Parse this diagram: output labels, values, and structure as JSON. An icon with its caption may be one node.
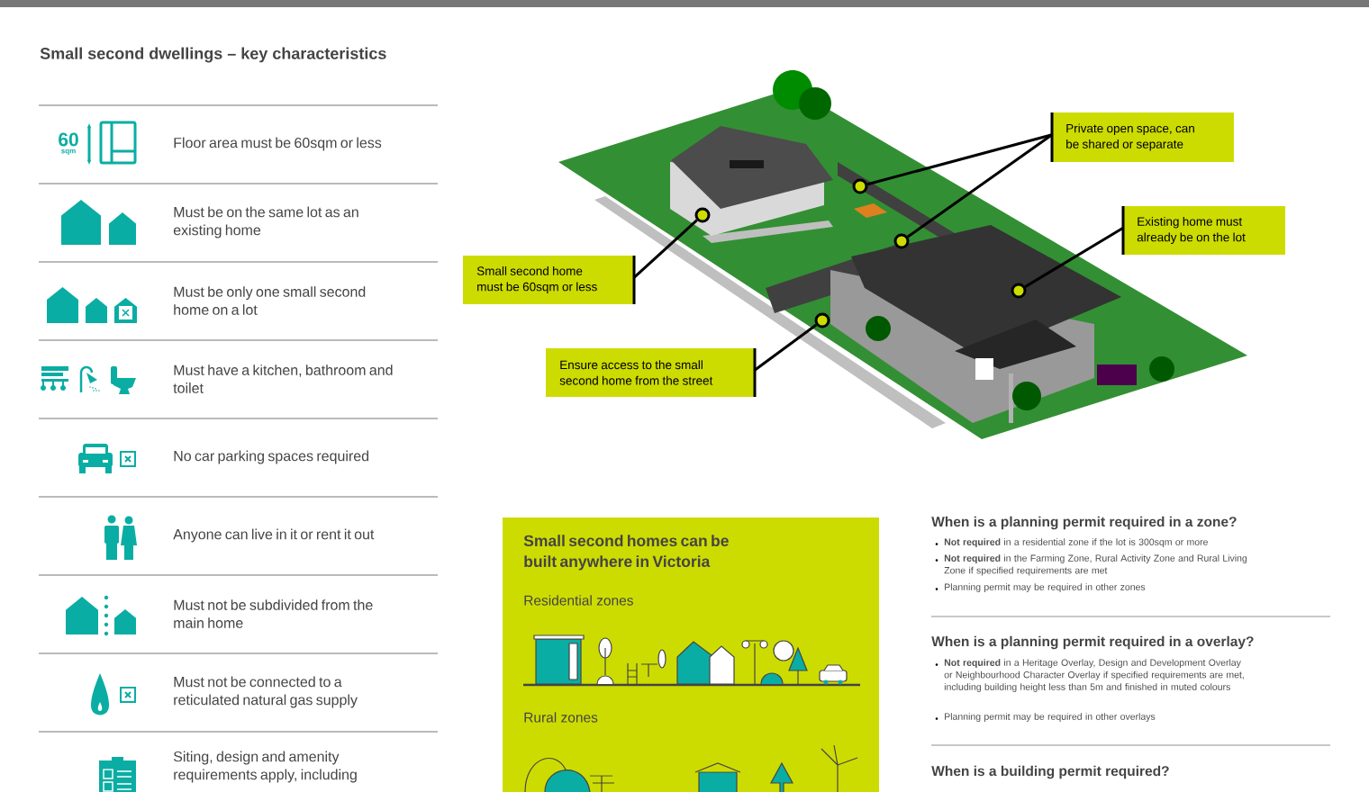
{
  "diagram": {
    "title": "Small second dwellings – key characteristics",
    "nodes": [
      {
        "text": [
          "Small second home must be 60sqm or less"
        ]
      },
      {
        "text": [
          "Private open space, can be shared or separate"
        ]
      },
      {
        "text": [
          "Existing home must already be on the lot"
        ]
      },
      {
        "text": [
          "Ensure access to the small second home from the street"
        ]
      },
      {
        "text": [],
        "shape": "circle"
      },
      {
        "text": [],
        "shape": "circle"
      },
      {
        "text": [],
        "shape": "circle"
      },
      {
        "text": [],
        "shape": "circle"
      },
      {
        "text": [],
        "shape": "circle"
      },
      {
        "text": [
          "Small second homes can be built anywhere in Victoria",
          "Residential zones",
          "Rural zones"
        ]
      }
    ],
    "edges": [
      {
        "from": 0,
        "to": 4,
        "arrow": "none"
      },
      {
        "from": 1,
        "to": 5,
        "arrow": "none"
      },
      {
        "from": 1,
        "to": 6,
        "arrow": "none"
      },
      {
        "from": 2,
        "to": 7,
        "arrow": "none"
      },
      {
        "from": 3,
        "to": 8,
        "arrow": "none"
      }
    ],
    "labels": [
      "60",
      "sqm",
      "Floor area must be 60sqm or less",
      "Must be on the same lot as an existing home",
      "Must be only one small second home on a lot",
      "Must have a kitchen, bathroom and toilet",
      "No car parking spaces required",
      "Anyone can live in it or rent it out",
      "Must not be subdivided from the main home",
      "Must not be connected to a reticulated natural gas supply",
      "Siting, design and amenity requirements apply, including",
      "When is a planning permit required in a zone?",
      "**Not required** in a residential zone if the lot is 300sqm or more",
      "**Not required** in the Farming Zone, Rural Activity Zone and Rural Living Zone if specified requirements are met",
      "Planning permit may be required in other zones",
      "When is a planning permit required in a overlay?",
      "**Not required** in a Heritage Overlay, Design and Development Overlay or Neighbourhood Character Overlay if specified requirements are met, including building height less than 5m and finished in muted colours",
      "Planning permit may be required in other overlays",
      "When is a building permit required?"
    ]
  }
}
